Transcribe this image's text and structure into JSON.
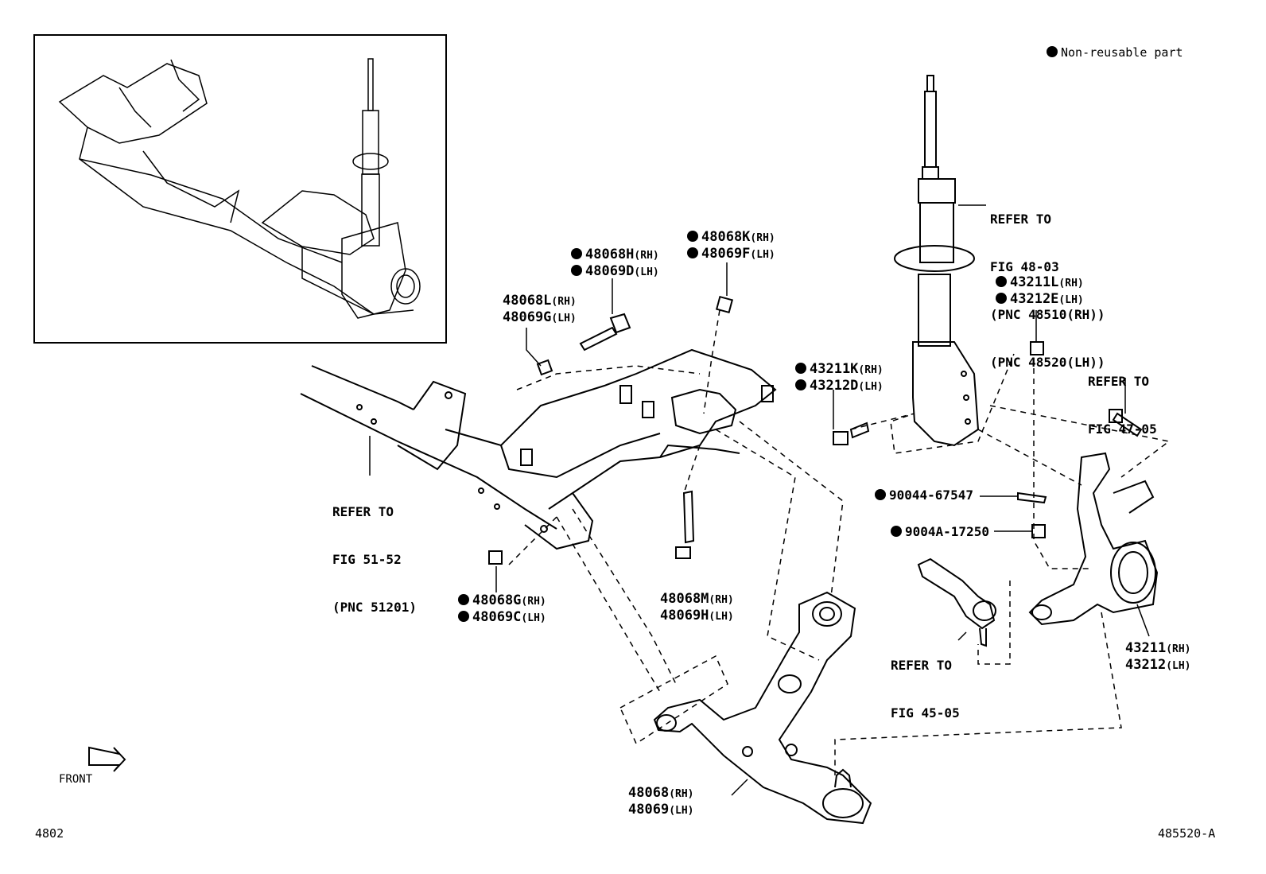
{
  "legend": {
    "text": "Non-reusable part"
  },
  "labels": {
    "p48068H": "48068H",
    "p48068H_s": "(RH)",
    "p48069D": "48069D",
    "p48069D_s": "(LH)",
    "p48068K": "48068K",
    "p48068K_s": "(RH)",
    "p48069F": "48069F",
    "p48069F_s": "(LH)",
    "p48068L": "48068L",
    "p48068L_s": "(RH)",
    "p48069G": "48069G",
    "p48069G_s": "(LH)",
    "p43211L": "43211L",
    "p43211L_s": "(RH)",
    "p43212E": "43212E",
    "p43212E_s": "(LH)",
    "p43211K": "43211K",
    "p43211K_s": "(RH)",
    "p43212D": "43212D",
    "p43212D_s": "(LH)",
    "p90044": "90044-67547",
    "p9004A": "9004A-17250",
    "p48068G": "48068G",
    "p48068G_s": "(RH)",
    "p48069C": "48069C",
    "p48069C_s": "(LH)",
    "p48068M": "48068M",
    "p48068M_s": "(RH)",
    "p48069H": "48069H",
    "p48069H_s": "(LH)",
    "p43211": "43211",
    "p43211_s": "(RH)",
    "p43212": "43212",
    "p43212_s": "(LH)",
    "p48068": "48068",
    "p48068_s": "(RH)",
    "p48069": "48069",
    "p48069_s": "(LH)"
  },
  "refs": {
    "fig4803": [
      "REFER TO",
      "FIG 48-03",
      "(PNC 48510(RH))",
      "(PNC 48520(LH))"
    ],
    "fig4705": [
      "REFER TO",
      "FIG 47-05"
    ],
    "fig5152": [
      "REFER TO",
      "FIG 51-52",
      "(PNC 51201)"
    ],
    "fig4505": [
      "REFER TO",
      "FIG 45-05"
    ]
  },
  "front": "FRONT",
  "footer": {
    "left": "4802",
    "right": "485520-A"
  }
}
